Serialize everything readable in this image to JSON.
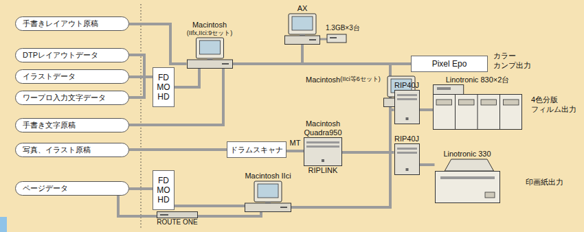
{
  "diagram": {
    "nodes": [
      {
        "text": [
          "手書きレイアウト原稿"
        ]
      },
      {
        "text": [
          "DTPレイアウトデータ"
        ]
      },
      {
        "text": [
          "イラストデータ"
        ]
      },
      {
        "text": [
          "ワープロ入力文字データ"
        ]
      },
      {
        "text": [
          "手書き文字原稿"
        ]
      },
      {
        "text": [
          "写真、イラスト原稿"
        ]
      },
      {
        "text": [
          "ページデータ"
        ]
      },
      {
        "text": [
          "FD MO HD"
        ]
      },
      {
        "text": [
          "Macintosh",
          "(IIfx,IIci:9セット)"
        ]
      },
      {
        "text": [
          "AX"
        ]
      },
      {
        "text": [
          "Pixel Epo"
        ]
      },
      {
        "text": [
          "Macintosh",
          "(IIci等6セット)"
        ]
      },
      {
        "text": [
          "ドラムスキャナ"
        ]
      },
      {
        "text": [
          "Macintosh Quadra950",
          "RIPLINK"
        ]
      },
      {
        "text": [
          "RIP40J"
        ]
      },
      {
        "text": [
          "Linotronic 830×2台"
        ]
      },
      {
        "text": [
          "RIP40J"
        ]
      },
      {
        "text": [
          "Linotronic 330"
        ]
      },
      {
        "text": [
          "FD MO HD"
        ]
      },
      {
        "text": [
          "ROUTE ONE"
        ]
      },
      {
        "text": [
          "Macintosh IIci"
        ]
      }
    ],
    "edges": [
      {
        "from": 0,
        "to": 8,
        "arrow": "none"
      },
      {
        "from": 1,
        "to": 7,
        "arrow": "none"
      },
      {
        "from": 2,
        "to": 7,
        "arrow": "none"
      },
      {
        "from": 3,
        "to": 7,
        "arrow": "none"
      },
      {
        "from": 7,
        "to": 8,
        "arrow": "none"
      },
      {
        "from": 4,
        "to": 8,
        "arrow": "none"
      },
      {
        "from": 8,
        "to": 9,
        "arrow": "none"
      },
      {
        "from": 8,
        "to": 10,
        "arrow": "none"
      },
      {
        "from": 8,
        "to": 11,
        "arrow": "none"
      },
      {
        "from": 8,
        "to": 14,
        "arrow": "none"
      },
      {
        "from": 14,
        "to": 15,
        "arrow": "none"
      },
      {
        "from": 5,
        "to": 12,
        "arrow": "none"
      },
      {
        "from": 12,
        "to": 13,
        "label": "MT",
        "arrow": "none"
      },
      {
        "from": 8,
        "to": 13,
        "arrow": "none"
      },
      {
        "from": 8,
        "to": 16,
        "arrow": "none"
      },
      {
        "from": 16,
        "to": 17,
        "arrow": "none"
      },
      {
        "from": 6,
        "to": 18,
        "arrow": "none"
      },
      {
        "from": 6,
        "to": 19,
        "arrow": "none"
      },
      {
        "from": 18,
        "to": 20,
        "arrow": "none"
      },
      {
        "from": 19,
        "to": 20,
        "arrow": "none"
      },
      {
        "from": 8,
        "to": 20,
        "arrow": "none"
      }
    ],
    "labels": [
      "1.3GB×3台",
      "カラー カンプ出力",
      "4色分版 フィルム出力",
      "印画紙出力"
    ]
  }
}
